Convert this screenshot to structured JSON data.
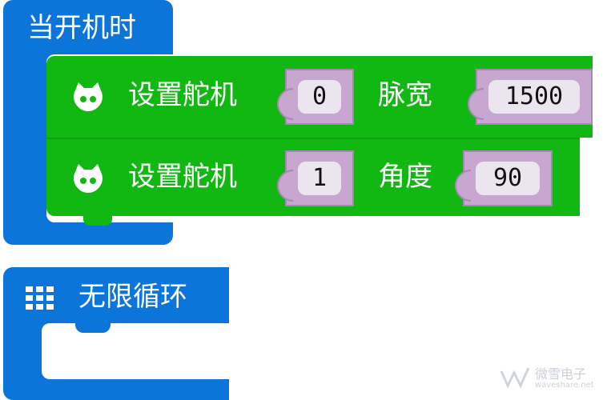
{
  "colors": {
    "blue": "#0c75d9",
    "green": "#12b812",
    "purple": "#c7a7cf"
  },
  "on_start": {
    "label": "当开机时",
    "blocks": [
      {
        "label": "设置舵机",
        "icon": "robot-cat-icon",
        "servo": "0",
        "param_label": "脉宽",
        "param_value": "1500"
      },
      {
        "label": "设置舵机",
        "icon": "robot-cat-icon",
        "servo": "1",
        "param_label": "角度",
        "param_value": "90"
      }
    ]
  },
  "forever": {
    "label": "无限循环",
    "icon": "grid-icon"
  },
  "watermark": {
    "text": "微雪电子",
    "url_text": "waveshare.net"
  }
}
